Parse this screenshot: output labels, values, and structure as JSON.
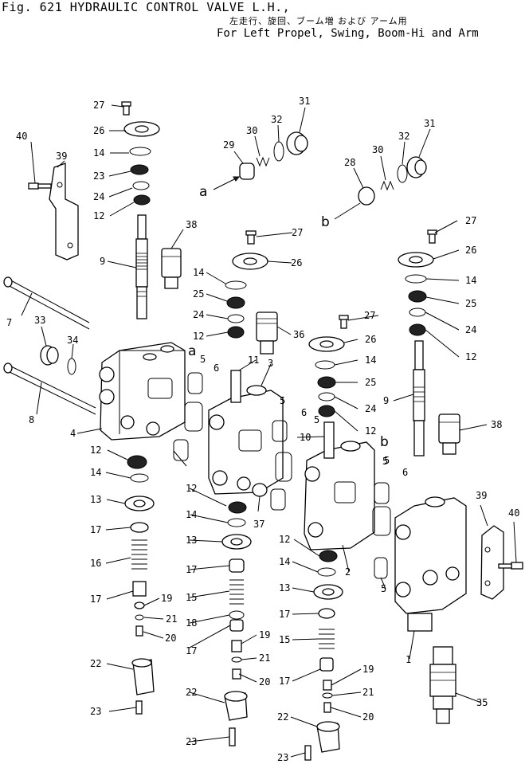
{
  "header": {
    "figure_title": "Fig. 621  HYDRAULIC CONTROL VALVE L.H.,",
    "japanese_subtitle": "左走行、旋回、ブーム増 および アーム用",
    "english_subtitle": "For Left Propel, Swing, Boom-Hi and Arm"
  },
  "callouts": [
    "27",
    "26",
    "14",
    "23",
    "24",
    "12",
    "38",
    "9",
    "40",
    "39",
    "7",
    "33",
    "34",
    "8",
    "4",
    "12",
    "14",
    "13",
    "17",
    "16",
    "17",
    "19",
    "21",
    "20",
    "22",
    "23",
    "29",
    "30",
    "32",
    "31",
    "a",
    "28",
    "30",
    "32",
    "31",
    "b",
    "27",
    "26",
    "14",
    "25",
    "24",
    "12",
    "36",
    "11",
    "3",
    "5",
    "6",
    "5",
    "12",
    "14",
    "13",
    "17",
    "15",
    "18",
    "17",
    "19",
    "21",
    "20",
    "22",
    "23",
    "37",
    "27",
    "26",
    "14",
    "25",
    "24",
    "12",
    "10",
    "6",
    "5",
    "12",
    "14",
    "13",
    "17",
    "15",
    "17",
    "19",
    "21",
    "20",
    "22",
    "23",
    "2",
    "27",
    "26",
    "14",
    "25",
    "24",
    "12",
    "9",
    "38",
    "6",
    "5",
    "39",
    "40",
    "1",
    "35",
    "a",
    "b",
    "5",
    "5"
  ]
}
